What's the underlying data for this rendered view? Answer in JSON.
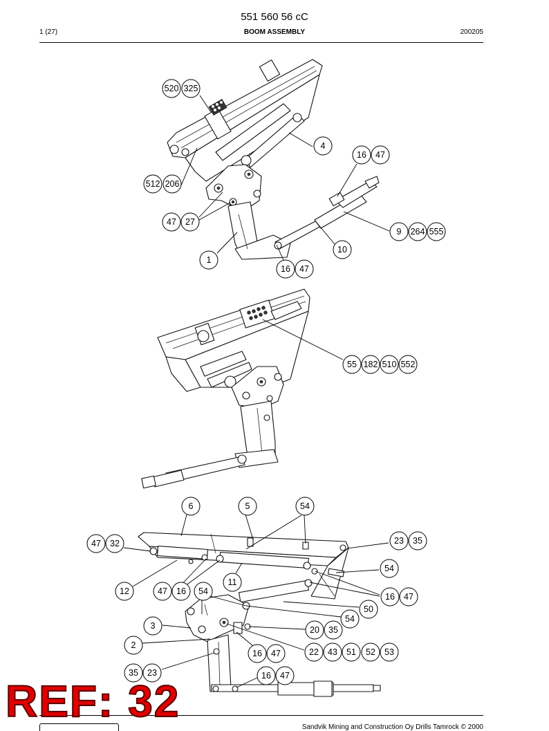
{
  "header": {
    "doc_code": "551 560 56 cC",
    "page": "1 (27)",
    "title": "BOOM ASSEMBLY",
    "date": "200205"
  },
  "footer": {
    "text": "Sandvik Mining and Construction Oy Drills Tamrock © 2000"
  },
  "ref_stamp": "REF: 32",
  "callouts": {
    "view1": {
      "c520_325": [
        "520",
        "325"
      ],
      "c4": [
        "4"
      ],
      "c16_47_a": [
        "16",
        "47"
      ],
      "c512_206": [
        "512",
        "206"
      ],
      "c47_27": [
        "47",
        "27"
      ],
      "c9_264_555": [
        "9",
        "264",
        "555"
      ],
      "c10": [
        "10"
      ],
      "c1": [
        "1"
      ],
      "c16_47_b": [
        "16",
        "47"
      ]
    },
    "view2": {
      "c55_182_510_552": [
        "55",
        "182",
        "510",
        "552"
      ]
    },
    "view3": {
      "c6": [
        "6"
      ],
      "c5": [
        "5"
      ],
      "c54_a": [
        "54"
      ],
      "c47_32": [
        "47",
        "32"
      ],
      "c23_35": [
        "23",
        "35"
      ],
      "c54_b": [
        "54"
      ],
      "c11": [
        "11"
      ],
      "c12": [
        "12"
      ],
      "c47_16": [
        "47",
        "16"
      ],
      "c54_c": [
        "54"
      ],
      "c16_47_c": [
        "16",
        "47"
      ],
      "c50": [
        "50"
      ],
      "c54_d": [
        "54"
      ],
      "c3": [
        "3"
      ],
      "c20_35": [
        "20",
        "35"
      ],
      "c2": [
        "2"
      ],
      "c16_47_d": [
        "16",
        "47"
      ],
      "c22_43_51_52_53": [
        "22",
        "43",
        "51",
        "52",
        "53"
      ],
      "c35_23": [
        "35",
        "23"
      ],
      "c16_47_e": [
        "16",
        "47"
      ]
    }
  }
}
